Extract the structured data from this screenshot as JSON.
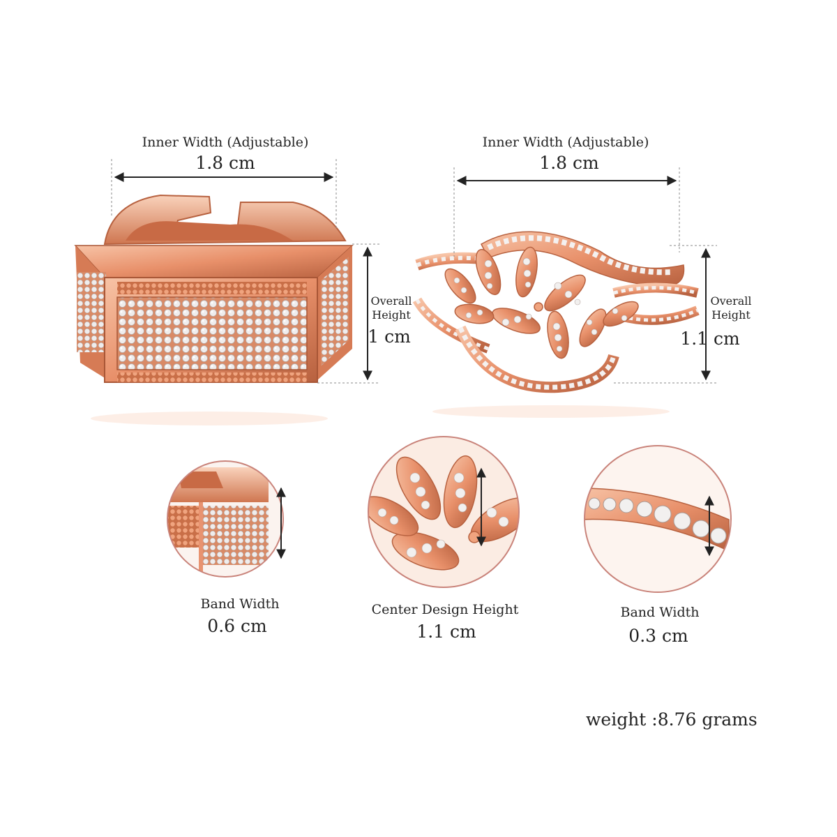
{
  "colors": {
    "gold": "#e8906a",
    "gold_dark": "#b7613f",
    "gold_light": "#f7c3a6",
    "stone": "#eceaea",
    "circle_border": "#c9837a",
    "dim_line": "#222222"
  },
  "ring_left": {
    "inner_width_label": "Inner Width (Adjustable)",
    "inner_width_value": "1.8 cm",
    "height_label_line1": "Overall",
    "height_label_line2": "Height",
    "height_value": "1 cm"
  },
  "ring_right": {
    "inner_width_label": "Inner Width (Adjustable)",
    "inner_width_value": "1.8 cm",
    "height_label_line1": "Overall",
    "height_label_line2": "Height",
    "height_value": "1.1 cm"
  },
  "details": [
    {
      "label": "Band Width",
      "value": "0.6 cm"
    },
    {
      "label": "Center Design Height",
      "value": "1.1 cm"
    },
    {
      "label": "Band Width",
      "value": "0.3 cm"
    }
  ],
  "weight": "weight :8.76 grams"
}
